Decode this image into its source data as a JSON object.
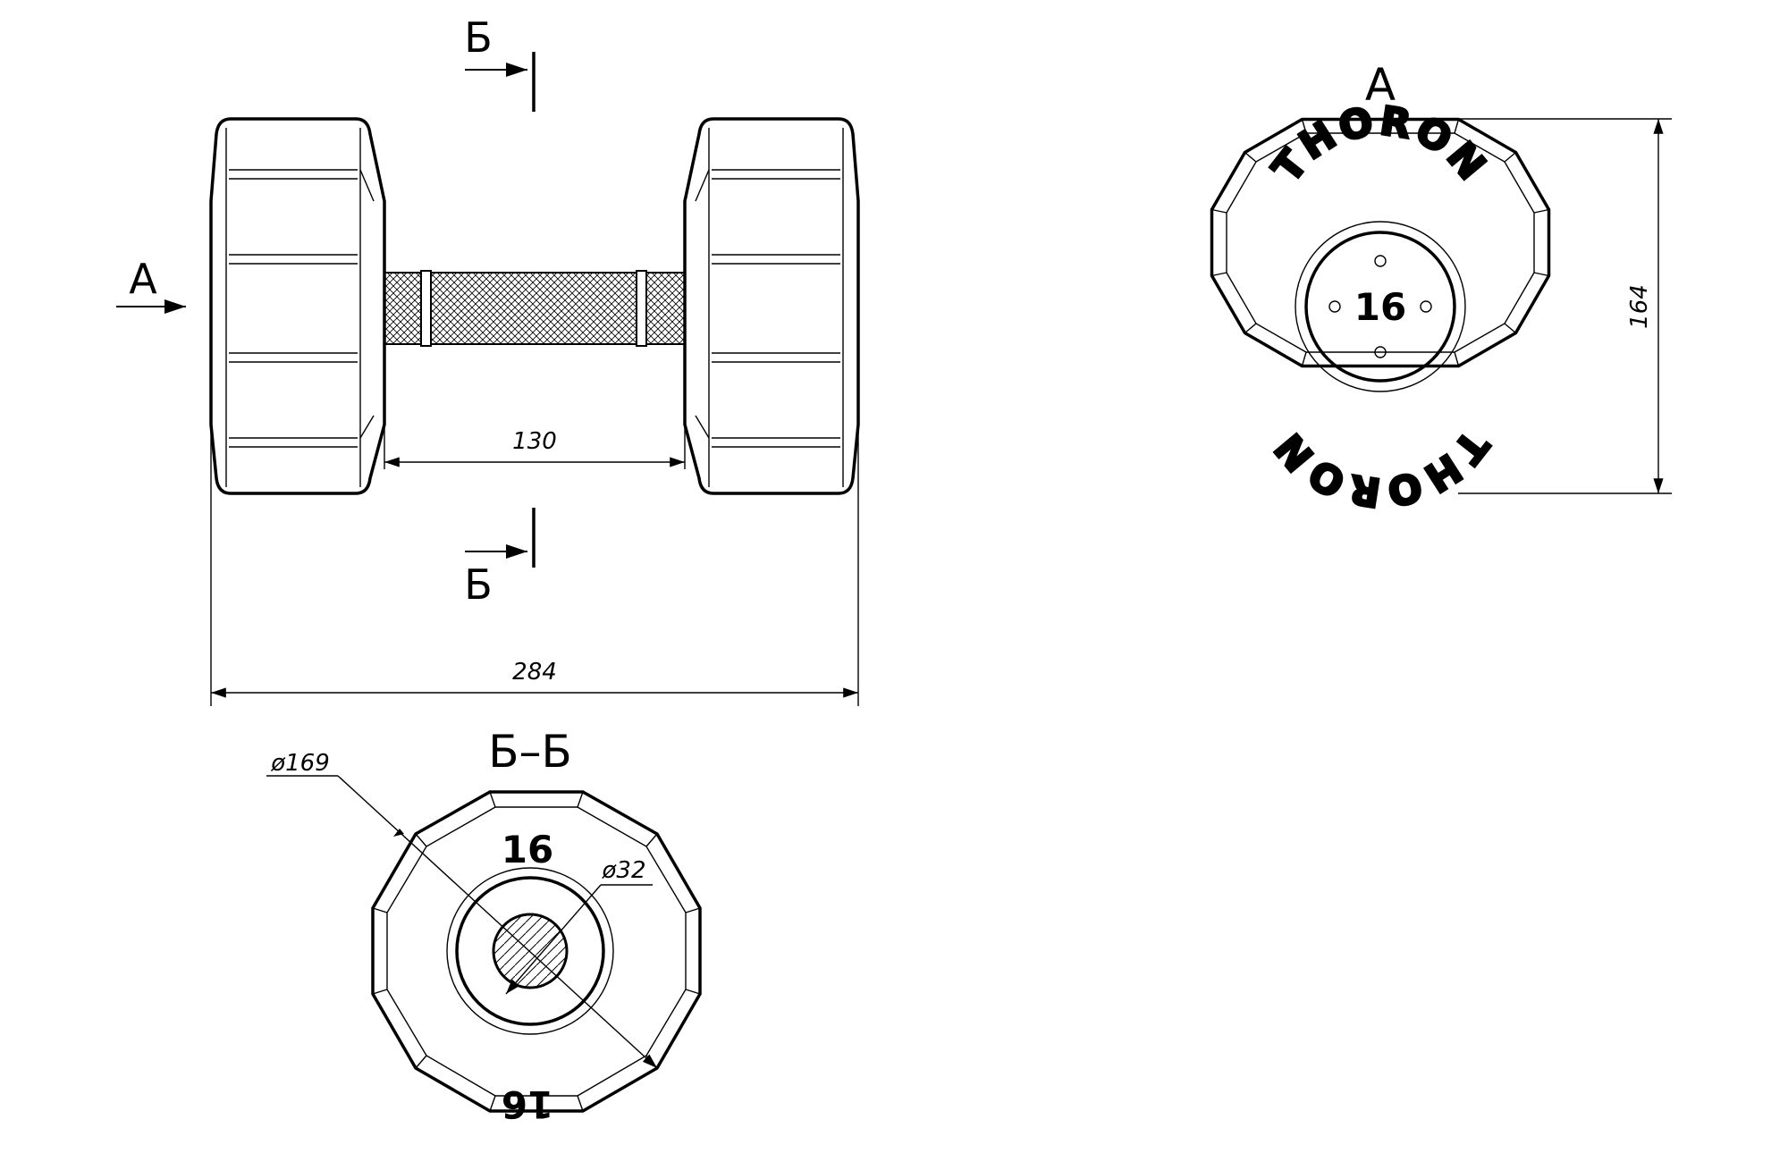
{
  "view_labels": {
    "arrow_a": "А",
    "section_b_top": "Б",
    "section_b_bottom": "Б",
    "view_a_title": "А",
    "section_title": "Б–Б"
  },
  "dimensions": {
    "handle_length": "130",
    "overall_length": "284",
    "height": "164",
    "outer_diameter": "ø169",
    "bar_diameter": "ø32"
  },
  "markings": {
    "brand_top": "THORON",
    "brand_bottom": "THORON",
    "weight_center": "16",
    "weight_section_top": "16",
    "weight_section_bottom": "16"
  }
}
